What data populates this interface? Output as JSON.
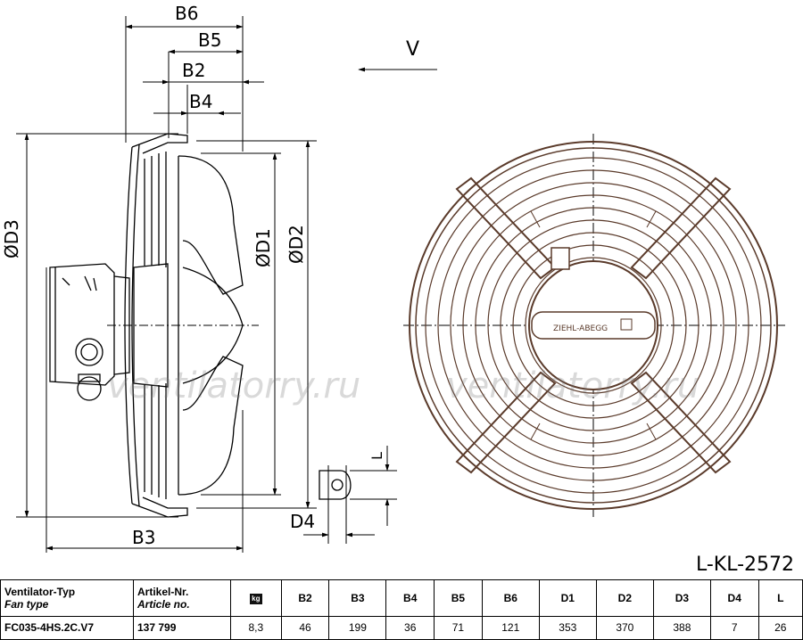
{
  "drawing": {
    "view_arrow_label": "V",
    "drawing_number": "L-KL-2572",
    "brand_label": "ZIEHL-ABEGG",
    "dim_labels": {
      "b6": "B6",
      "b5": "B5",
      "b2": "B2",
      "b4": "B4",
      "b3": "B3",
      "d3": "ØD3",
      "d1": "ØD1",
      "d2": "ØD2",
      "d4": "D4",
      "l": "L"
    },
    "watermarks": [
      "ventilatorry.ru",
      "ventilatorry.ru"
    ],
    "colors": {
      "ink": "#000000",
      "grille": "#5a3a2a"
    }
  },
  "table": {
    "headers": [
      {
        "primary": "Ventilator-Typ",
        "secondary": "Fan type"
      },
      {
        "primary": "Artikel-Nr.",
        "secondary": "Article no."
      },
      {
        "primary": "kg",
        "icon": "weight-icon"
      },
      {
        "primary": "B2"
      },
      {
        "primary": "B3"
      },
      {
        "primary": "B4"
      },
      {
        "primary": "B5"
      },
      {
        "primary": "B6"
      },
      {
        "primary": "D1"
      },
      {
        "primary": "D2"
      },
      {
        "primary": "D3"
      },
      {
        "primary": "D4"
      },
      {
        "primary": "L"
      }
    ],
    "row": [
      "FC035-4HS.2C.V7",
      "137 799",
      "8,3",
      "46",
      "199",
      "36",
      "71",
      "121",
      "353",
      "370",
      "388",
      "7",
      "26"
    ]
  }
}
